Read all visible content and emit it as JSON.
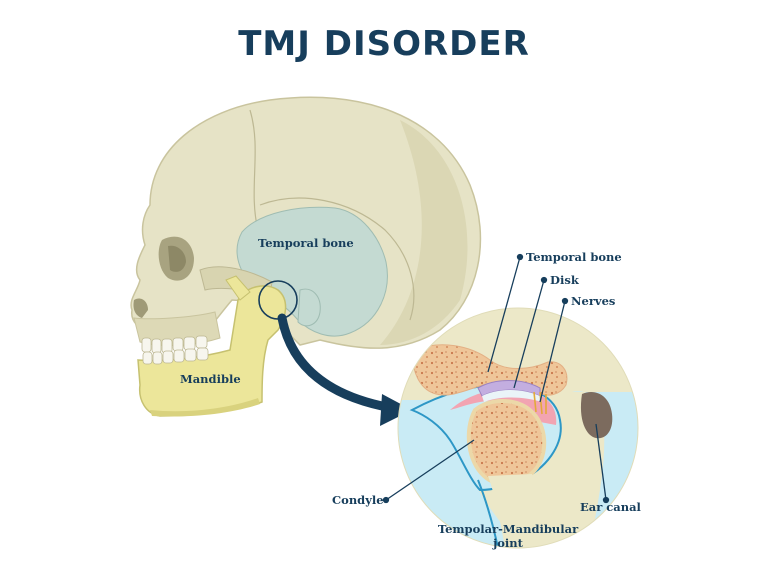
{
  "title": "TMJ DISORDER",
  "labels": {
    "temporal_bone_skull": "Temporal bone",
    "mandible": "Mandible",
    "temporal_bone_detail": "Temporal bone",
    "disk": "Disk",
    "nerves": "Nerves",
    "condyle": "Condyle",
    "ear_canal": "Ear canal",
    "tmj_line1": "Tempolar-Mandibular",
    "tmj_line2": "joint"
  },
  "colors": {
    "title": "#173e5c",
    "skull": "#e6e3c6",
    "temporal_bone": "#c4dad2",
    "mandible": "#ece69a",
    "bone_marrow": "#e9b98a",
    "disk": "#c3aee0",
    "joint_pink": "#f2a4b2",
    "fluid": "#c9ebf5",
    "outline_blue": "#2d97c6",
    "arrow": "#173e5c"
  }
}
